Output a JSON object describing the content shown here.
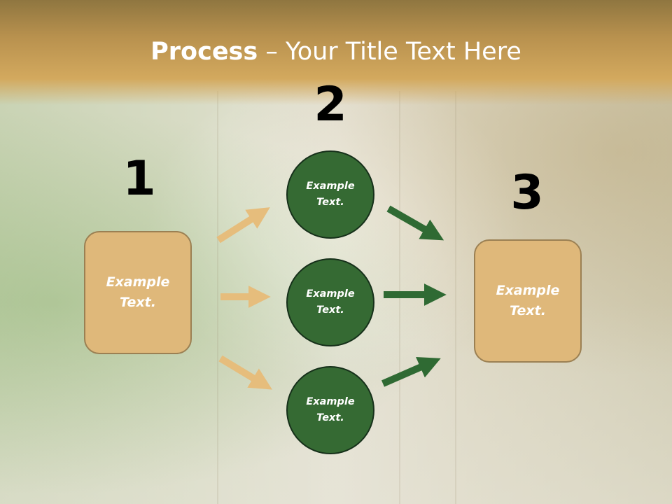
{
  "slide": {
    "title_bold": "Process",
    "title_rest": " – Your Title Text Here"
  },
  "steps": [
    {
      "number": "1",
      "box_text": "Example\nText."
    },
    {
      "number": "2"
    },
    {
      "number": "3",
      "box_text": "Example\nText."
    }
  ],
  "circles": [
    {
      "text": "Example\nText."
    },
    {
      "text": "Example\nText."
    },
    {
      "text": "Example\nText."
    }
  ],
  "colors": {
    "box_fill": "#dfb87a",
    "box_border": "#9b8053",
    "circle_fill": "#356a33",
    "left_arrow": "#e6bd7c",
    "right_arrow": "#2f6a33",
    "header": "#c79f55"
  }
}
